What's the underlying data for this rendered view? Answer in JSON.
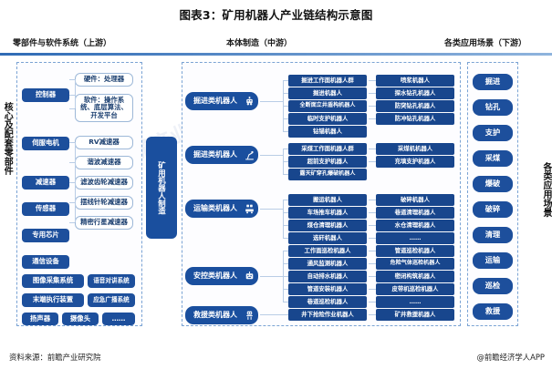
{
  "title": "图表3：矿用机器人产业链结构示意图",
  "headers": {
    "upstream": "零部件与软件系统（上游）",
    "midstream": "本体制造（中游）",
    "downstream": "各类应用场景（下游）"
  },
  "side_labels": {
    "left": "核心及配套零部件",
    "right": "各类应用场景"
  },
  "center": {
    "maker": "矿用机器人制造"
  },
  "upstream": {
    "components": [
      {
        "label": "控制器"
      },
      {
        "label": "伺服电机"
      },
      {
        "label": "减速器"
      },
      {
        "label": "传感器"
      },
      {
        "label": "专用芯片"
      },
      {
        "label": "通信设备"
      }
    ],
    "controller_details": [
      "硬件：处理器",
      "软件：操作系统、底层算法、开发平台"
    ],
    "reducer_details": [
      "RV减速器",
      "谐波减速器",
      "滤波齿轮减速器",
      "摆线针轮减速器",
      "精密行星减速器"
    ],
    "systems": [
      "图像采集系统",
      "语音对讲系统",
      "末端执行装置",
      "应急广播系统"
    ],
    "devices": [
      "扬声器",
      "摄像头",
      "……"
    ]
  },
  "midstream": {
    "categories": [
      {
        "label": "掘进类机器人",
        "icon": "mining-robot-icon",
        "col1": [
          "掘进工作面机器人群",
          "掘进机器人",
          "全断面立井盾构机器人",
          "临时支护机器人",
          "钻锚机器人"
        ],
        "col2": [
          "喷浆机器人",
          "探水钻孔机器人",
          "防突钻孔机器人",
          "防冲钻孔机器人"
        ]
      },
      {
        "label": "掘进类机器人",
        "icon": "robot-arm-icon",
        "col1": [
          "采煤工作面机器人群",
          "超前支护机器人",
          "露天矿穿孔爆破机器人"
        ],
        "col2": [
          "采煤机机器人",
          "充填支护机器人"
        ]
      },
      {
        "label": "运输类机器人",
        "icon": "transport-robot-icon",
        "col1": [
          "搬运机器人",
          "车场推车机器人",
          "煤仓清理机器人",
          "选矸机器人"
        ],
        "col2": [
          "破碎机器人",
          "巷道清理机器人",
          "水仓清理机器人",
          "……"
        ]
      },
      {
        "label": "安控类机器人",
        "icon": "security-robot-icon",
        "col1": [
          "工作面巡检机器人",
          "通风监测机器人",
          "自动排水机器人",
          "管道安装机器人",
          "巷道巡检机器人"
        ],
        "col2": [
          "管道巡检机器人",
          "危险气体巡检机器人",
          "密闭构筑机器人",
          "皮带机巡检机器人",
          "……"
        ]
      },
      {
        "label": "救援类机器人",
        "icon": "rescue-robot-icon",
        "col1": [
          "井下抢险作业机器人"
        ],
        "col2": [
          "矿井救援机器人"
        ]
      }
    ]
  },
  "downstream": {
    "scenarios": [
      "掘进",
      "钻孔",
      "支护",
      "采煤",
      "爆破",
      "破碎",
      "清理",
      "运输",
      "巡检",
      "救援"
    ]
  },
  "footer": {
    "source": "资料来源：前瞻产业研究院",
    "brand": "@前瞻经济学人APP"
  },
  "colors": {
    "accent": "#1d4f9c",
    "deep": "#18468d",
    "dashed_border": "#7aa3d4",
    "line": "#b9cde6"
  }
}
